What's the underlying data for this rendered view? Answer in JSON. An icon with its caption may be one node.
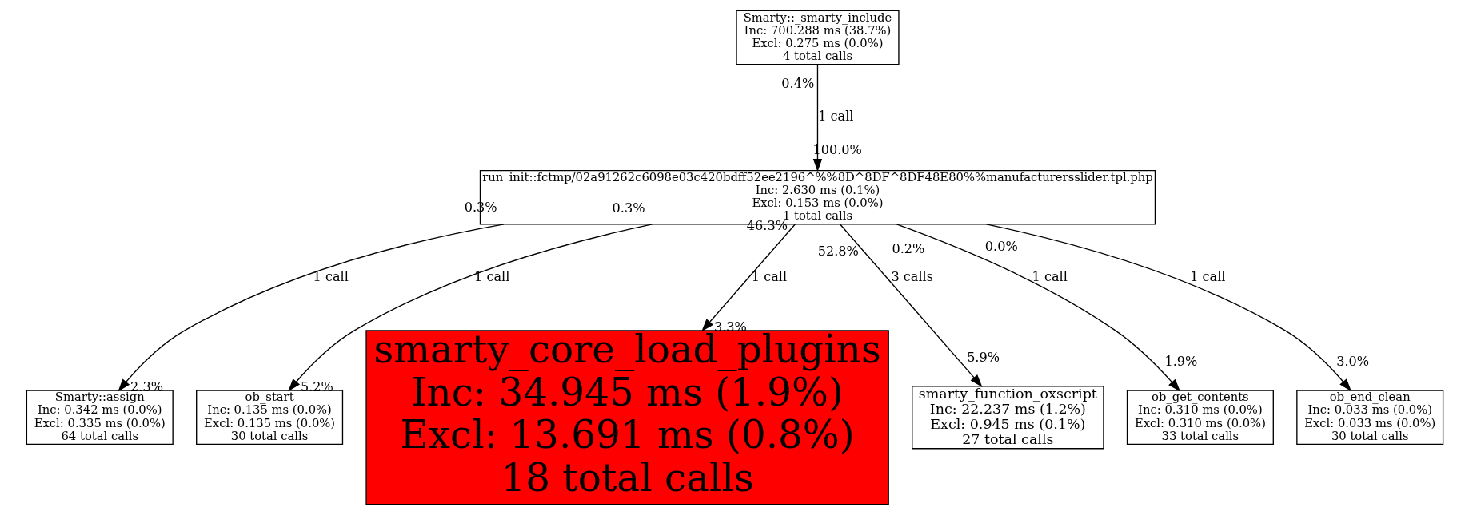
{
  "diagram": {
    "nodes": [
      {
        "text": [
          "Smarty::_smarty_include",
          "Inc: 700.288 ms (38.7%)",
          "Excl: 0.275 ms (0.0%)",
          "4 total calls"
        ]
      },
      {
        "text": [
          "run_init::fctmp/02a91262c6098e03c420bdff52ee2196^%%8D^8DF^8DF48E80%%manufacturersslider.tpl.php",
          "Inc: 2.630 ms (0.1%)",
          "Excl: 0.153 ms (0.0%)",
          "1 total calls"
        ]
      },
      {
        "text": [
          "Smarty::assign",
          "Inc: 0.342 ms (0.0%)",
          "Excl: 0.335 ms (0.0%)",
          "64 total calls"
        ]
      },
      {
        "text": [
          "ob_start",
          "Inc: 0.135 ms (0.0%)",
          "Excl: 0.135 ms (0.0%)",
          "30 total calls"
        ]
      },
      {
        "text": [
          "smarty_core_load_plugins",
          "Inc: 34.945 ms (1.9%)",
          "Excl: 13.691 ms (0.8%)",
          "18 total calls"
        ]
      },
      {
        "text": [
          "smarty_function_oxscript",
          "Inc: 22.237 ms (1.2%)",
          "Excl: 0.945 ms (0.1%)",
          "27 total calls"
        ]
      },
      {
        "text": [
          "ob_get_contents",
          "Inc: 0.310 ms (0.0%)",
          "Excl: 0.310 ms (0.0%)",
          "33 total calls"
        ]
      },
      {
        "text": [
          "ob_end_clean",
          "Inc: 0.033 ms (0.0%)",
          "Excl: 0.033 ms (0.0%)",
          "30 total calls"
        ]
      }
    ],
    "edges": [
      {
        "from": 0,
        "to": 1,
        "arrow": "to",
        "label": "1 call"
      },
      {
        "from": 1,
        "to": 2,
        "arrow": "to",
        "label": "1 call"
      },
      {
        "from": 1,
        "to": 3,
        "arrow": "to",
        "label": "1 call"
      },
      {
        "from": 1,
        "to": 4,
        "arrow": "to",
        "label": "1 call"
      },
      {
        "from": 1,
        "to": 5,
        "arrow": "to",
        "label": "3 calls"
      },
      {
        "from": 1,
        "to": 6,
        "arrow": "to",
        "label": "1 call"
      },
      {
        "from": 1,
        "to": 7,
        "arrow": "to",
        "label": "1 call"
      }
    ],
    "labels": [
      "0.4%",
      "100.0%",
      "0.3%",
      "0.3%",
      "46.3%",
      "52.8%",
      "0.2%",
      "0.0%",
      "3.3%",
      "2.3%",
      "5.2%",
      "5.9%",
      "1.9%",
      "3.0%"
    ]
  }
}
